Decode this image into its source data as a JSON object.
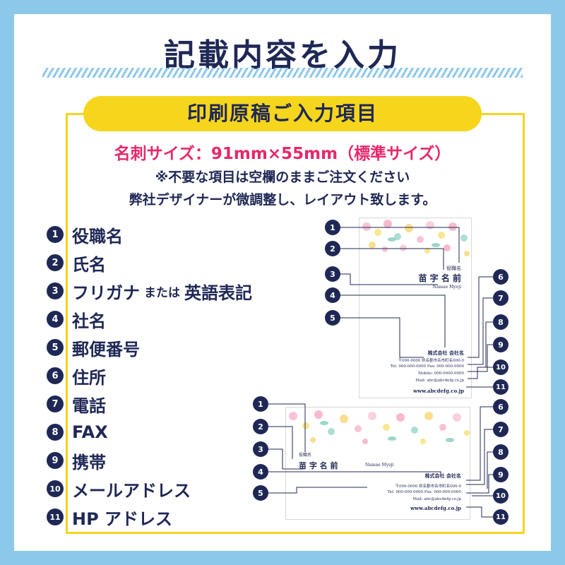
{
  "title": "記載内容を入力",
  "section_title": "印刷原稿ご入力項目",
  "size_line": "名刺サイズ：91mm×55mm（標準サイズ）",
  "note1": "※不要な項目は空欄のままご注文ください",
  "note2": "弊社デザイナーが微調整し、レイアウト致します。",
  "items": [
    {
      "num": "1",
      "label": "役職名"
    },
    {
      "num": "2",
      "label": "氏名"
    },
    {
      "num": "3",
      "label": "フリガナ",
      "mid": "または",
      "tail": "英語表記"
    },
    {
      "num": "4",
      "label": "社名"
    },
    {
      "num": "5",
      "label": "郵便番号"
    },
    {
      "num": "6",
      "label": "住所"
    },
    {
      "num": "7",
      "label": "電話"
    },
    {
      "num": "8",
      "label": "FAX"
    },
    {
      "num": "9",
      "label": "携帯"
    },
    {
      "num": "10",
      "label": "メールアドレス"
    },
    {
      "num": "11",
      "label": "HP アドレス"
    }
  ],
  "card": {
    "position": "役職名",
    "name": "苗 字 名 前",
    "reading": "Namae Myoji",
    "company": "株式会社 会社名",
    "address": "〒000-0000 県名郡市名市町名000-0",
    "tel_fax": "Tel: 000-000-0000   Fax: 000-000-0000",
    "mobile": "Mobile: 000-0000-0000",
    "mail": "Mail: abc@abcdefg.co.jp",
    "url": "www.abcdefg.co.jp"
  },
  "colors": {
    "navy": "#1f2855",
    "yellow": "#f6d51d",
    "pink": "#e8276b",
    "sky": "#8cc8ea"
  }
}
